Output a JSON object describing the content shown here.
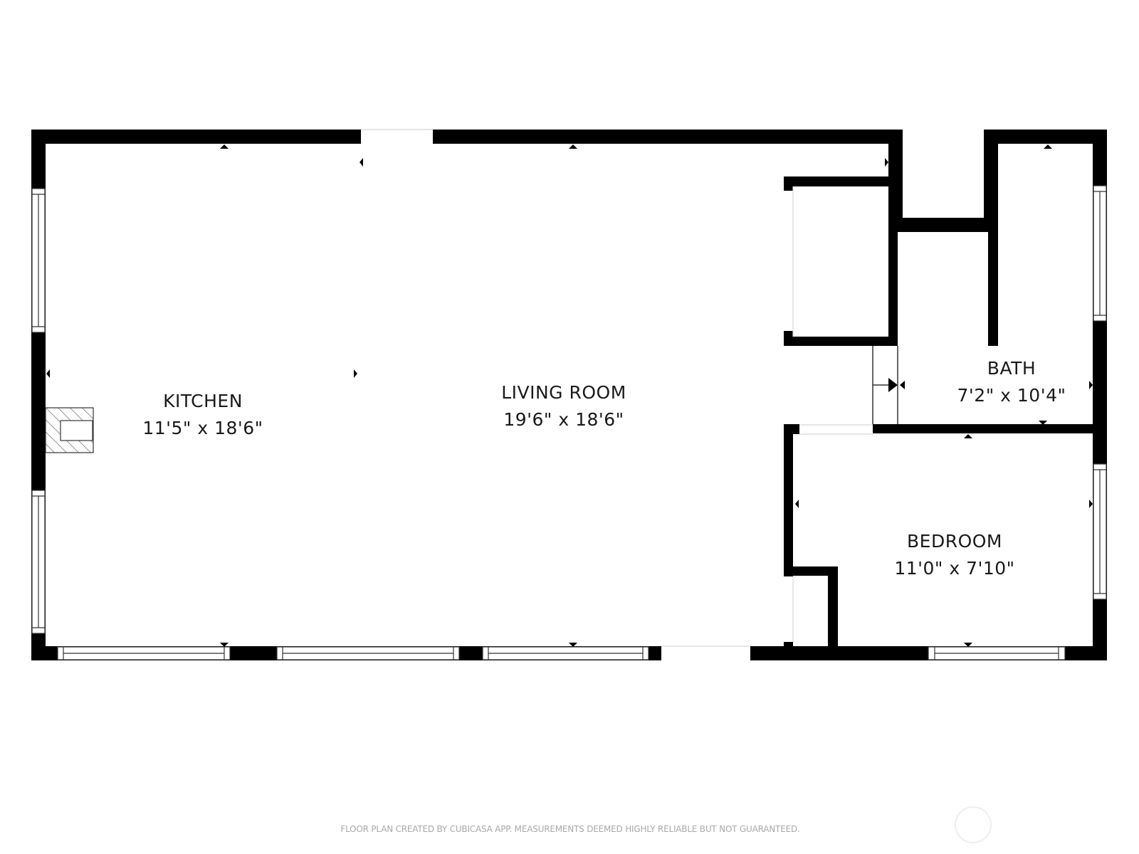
{
  "floorplan": {
    "rooms": [
      {
        "id": "kitchen",
        "name": "KITCHEN",
        "dims": "11'5\" x 18'6\""
      },
      {
        "id": "living-room",
        "name": "LIVING ROOM",
        "dims": "19'6\" x 18'6\""
      },
      {
        "id": "bath",
        "name": "BATH",
        "dims": "7'2\" x 10'4\""
      },
      {
        "id": "bedroom",
        "name": "BEDROOM",
        "dims": "11'0\" x 7'10\""
      }
    ],
    "wall_color": "#000000",
    "background_color": "#ffffff",
    "fireplace_hatch_color": "#555555"
  },
  "footer": {
    "disclaimer": "FLOOR PLAN CREATED BY CUBICASA APP. MEASUREMENTS DEEMED HIGHLY RELIABLE BUT NOT GUARANTEED.",
    "logo_icon": "cubicasa-logo-icon"
  }
}
